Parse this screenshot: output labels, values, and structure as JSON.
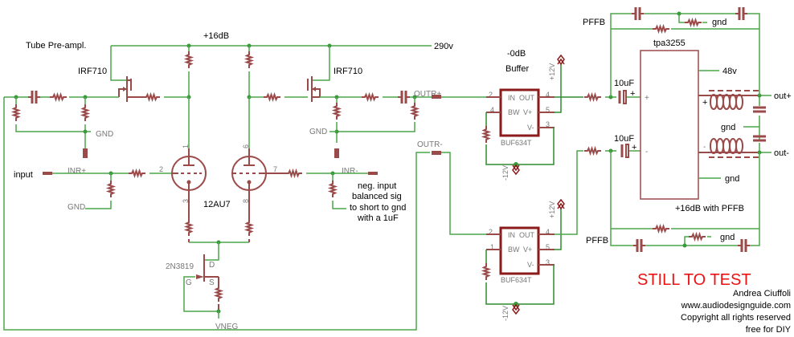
{
  "title": "Tube Pre-ampl.",
  "gain_top": "+16dB",
  "supply_hv": "290v",
  "buffer": {
    "gain": "-0dB",
    "label": "Buffer",
    "part": "BUF634T",
    "pins": {
      "in": "IN",
      "out": "OUT",
      "bw": "BW",
      "vplus": "V+",
      "vminus": "V-"
    },
    "pin_numbers": [
      "2",
      "1",
      "4",
      "5",
      "3"
    ],
    "vpos": "+12V",
    "vneg": "-12V"
  },
  "mosfet_left": "IRF710",
  "mosfet_right": "IRF710",
  "tube": {
    "part": "12AU7",
    "pins": [
      "1",
      "2",
      "3",
      "6",
      "7",
      "8"
    ]
  },
  "jfet": {
    "part": "2N3819",
    "d": "D",
    "g": "G",
    "s": "S",
    "supply": "VNEG"
  },
  "input_label": "input",
  "inr_plus": "INR+",
  "inr_minus": "INR-",
  "gnd_upper": "GND",
  "gnd_lower": "GND",
  "gnd_right": "GND",
  "note": [
    "neg. input",
    "balanced sig",
    "to short to gnd",
    "with a 1uF"
  ],
  "outr_plus": "OUTR+",
  "outr_minus": "OUTR-",
  "amp": {
    "part": "tpa3255",
    "supply": "48v",
    "gnd": "gnd",
    "in_plus": "+",
    "in_minus": "-",
    "cap_plus": "10uF",
    "cap_minus": "10uF",
    "polarity": "+",
    "out_plus": "out+",
    "out_minus": "out-",
    "out_gnd": "gnd",
    "gain": "+16dB with PFFB"
  },
  "pffb_top": {
    "label": "PFFB",
    "gnd": "gnd"
  },
  "pffb_bottom": {
    "label": "PFFB",
    "gnd": "gnd"
  },
  "status": "STILL TO TEST",
  "credits": [
    "Andrea Ciuffoli",
    "www.audiodesignguide.com",
    "Copyright all rights reserved",
    "free for DIY"
  ],
  "colors": {
    "wire": "#4ca64c",
    "part": "#9b4a4a",
    "status": "#ee1111"
  }
}
